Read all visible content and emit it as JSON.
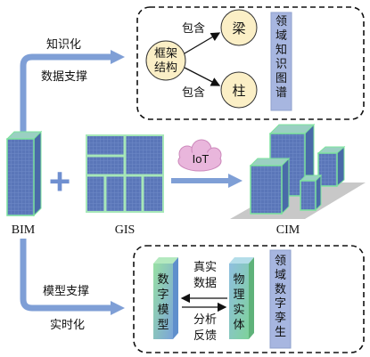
{
  "top_panel": {
    "arrow_label_1": "知识化",
    "arrow_label_2": "数据支撑",
    "node_main_line1": "框架",
    "node_main_line2": "结构",
    "node_beam": "梁",
    "node_column": "柱",
    "edge_label_top": "包含",
    "edge_label_bottom": "包含",
    "side_box_text": "领域知识图谱"
  },
  "middle_row": {
    "bim_label": "BIM",
    "gis_label": "GIS",
    "iot_label": "IoT",
    "cim_label": "CIM",
    "plus_symbol": "+"
  },
  "bottom_panel": {
    "arrow_label_1": "模型支撑",
    "arrow_label_2": "实时化",
    "digital_model": "数字模型",
    "physical_entity": "物理实体",
    "arrow_up_label_line1": "真实",
    "arrow_up_label_line2": "数据",
    "arrow_down_label_line1": "分析",
    "arrow_down_label_line2": "反馈",
    "side_box_text": "领域数字孪生"
  },
  "colors": {
    "arrow_blue": "#7f9fd6",
    "node_fill": "#fbefc6",
    "side_box": "#a7b6e0",
    "block_blue": "#5673b5",
    "block_edge": "#8fe3a6",
    "digital_green": "#8fdc9c",
    "digital_blue": "#7fa6d8",
    "cloud_fill": "#e9b6dc"
  }
}
